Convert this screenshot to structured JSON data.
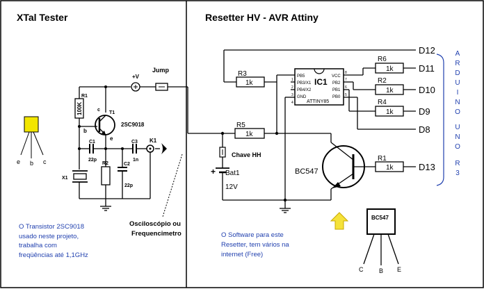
{
  "left_panel": {
    "title": "XTal Tester",
    "transistor_pins": [
      "e",
      "b",
      "c"
    ],
    "note": [
      "O Transistor 2SC9018",
      "usado neste projeto,",
      "trabalha com",
      "freqüências até 1,1GHz"
    ],
    "scope_label": [
      "Osciloscópio ou",
      "Frequencimetro"
    ],
    "components": {
      "r1_name": "R1",
      "r1_value": "100K",
      "t1_name": "T1",
      "t1_type": "2SC9018",
      "pin_c": "c",
      "pin_b": "b",
      "pin_e": "e",
      "c1_name": "C1",
      "c1_value": "22p",
      "c2_name": "C2",
      "c2_value": "22p",
      "c3_name": "C3",
      "c3_value": "1n",
      "r2_name": "R2",
      "x1_name": "X1",
      "k1_name": "K1",
      "vplus": "+V",
      "jump": "Jump"
    }
  },
  "right_panel": {
    "title": "Resetter HV - AVR Attiny",
    "ic": {
      "name": "IC1",
      "part": "ATTINY85",
      "pins_left": [
        "PB5",
        "PB3/X1",
        "PB4/X2",
        "GND"
      ],
      "pins_right": [
        "VCC",
        "PB2",
        "PB1",
        "PB0"
      ],
      "pin_num_left": [
        "1",
        "2",
        "3",
        "4"
      ],
      "pin_num_right": [
        "8",
        "7",
        "6",
        "5"
      ]
    },
    "resistors": [
      {
        "name": "R3",
        "value": "1k"
      },
      {
        "name": "R5",
        "value": "1k"
      },
      {
        "name": "R6",
        "value": "1k"
      },
      {
        "name": "R2",
        "value": "1k"
      },
      {
        "name": "R4",
        "value": "1k"
      },
      {
        "name": "R1",
        "value": "1k"
      }
    ],
    "pins": [
      "D12",
      "D11",
      "D10",
      "D9",
      "D8",
      "D13"
    ],
    "switch_label": "Chave HH",
    "battery": {
      "name": "Bat1",
      "value": "12V",
      "plus": "+"
    },
    "transistor": "BC547",
    "arduino_label": [
      "A",
      "R",
      "D",
      "U",
      "I",
      "N",
      "O",
      "",
      "U",
      "N",
      "O",
      "",
      "R",
      "3"
    ],
    "bc547_label": "BC547",
    "bc547_pins": [
      "C",
      "B",
      "E"
    ],
    "software_note": [
      "O Software para este",
      "Resetter, tem vários na",
      "internet (Free)"
    ]
  },
  "colors": {
    "accent_blue": "#1f3fae",
    "crystal_yellow": "#f2e600",
    "arrow_yellow": "#f5e23a"
  }
}
